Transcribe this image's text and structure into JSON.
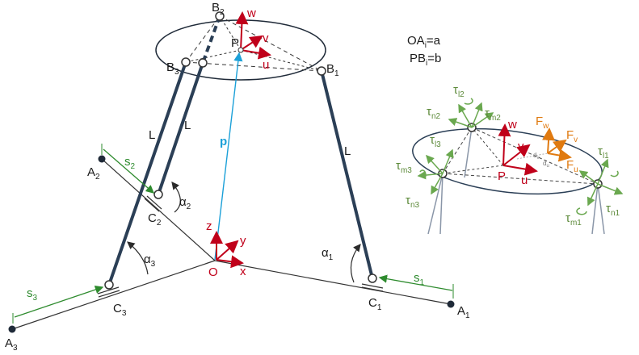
{
  "defs": {
    "oa": "OA",
    "oa_sub": "i",
    "oa_val": "=a",
    "pb": "PB",
    "pb_sub": "i",
    "pb_val": "=b"
  },
  "points": {
    "B1": {
      "main": "B",
      "sub": "1"
    },
    "B2": {
      "main": "B",
      "sub": "2"
    },
    "B3": {
      "main": "B",
      "sub": "3"
    },
    "A1": {
      "main": "A",
      "sub": "1"
    },
    "A2": {
      "main": "A",
      "sub": "2"
    },
    "A3": {
      "main": "A",
      "sub": "3"
    },
    "C1": {
      "main": "C",
      "sub": "1"
    },
    "C2": {
      "main": "C",
      "sub": "2"
    },
    "C3": {
      "main": "C",
      "sub": "3"
    },
    "O": "O",
    "P": "P"
  },
  "frame": {
    "u": "u",
    "v": "v",
    "w": "w",
    "x": "x",
    "y": "y",
    "z": "z"
  },
  "vector_p": "p",
  "legs": {
    "L": "L"
  },
  "sliders": {
    "s1": {
      "main": "s",
      "sub": "1"
    },
    "s2": {
      "main": "s",
      "sub": "2"
    },
    "s3": {
      "main": "s",
      "sub": "3"
    }
  },
  "angles": {
    "a1": {
      "main": "α",
      "sub": "1"
    },
    "a2": {
      "main": "α",
      "sub": "2"
    },
    "a3": {
      "main": "α",
      "sub": "3"
    }
  },
  "inset": {
    "torques": {
      "tl1": {
        "main": "τ",
        "sub": "l1"
      },
      "tl2": {
        "main": "τ",
        "sub": "l2"
      },
      "tl3": {
        "main": "τ",
        "sub": "l3"
      },
      "tm1": {
        "main": "τ",
        "sub": "m1"
      },
      "tm2": {
        "main": "τ",
        "sub": "m2"
      },
      "tm3": {
        "main": "τ",
        "sub": "m3"
      },
      "tn1": {
        "main": "τ",
        "sub": "n1"
      },
      "tn2": {
        "main": "τ",
        "sub": "n2"
      },
      "tn3": {
        "main": "τ",
        "sub": "n3"
      }
    },
    "forces": {
      "fw": {
        "main": "F",
        "sub": "w"
      },
      "fv": {
        "main": "F",
        "sub": "v"
      },
      "fu": {
        "main": "F",
        "sub": "u"
      }
    },
    "frame": {
      "w": "w",
      "v": "v",
      "u": "u",
      "p": "P"
    },
    "offsets": {
      "du": "d",
      "du_sub": "u",
      "dv": "d",
      "dv_sub": "v"
    }
  },
  "colors": {
    "leg": "#2b3f56",
    "frame_red": "#c0001a",
    "vector_blue": "#1ba0d8",
    "slider_green": "#2e8b2e",
    "force_orange": "#e07a10",
    "torque_green": "#6aa84f"
  }
}
